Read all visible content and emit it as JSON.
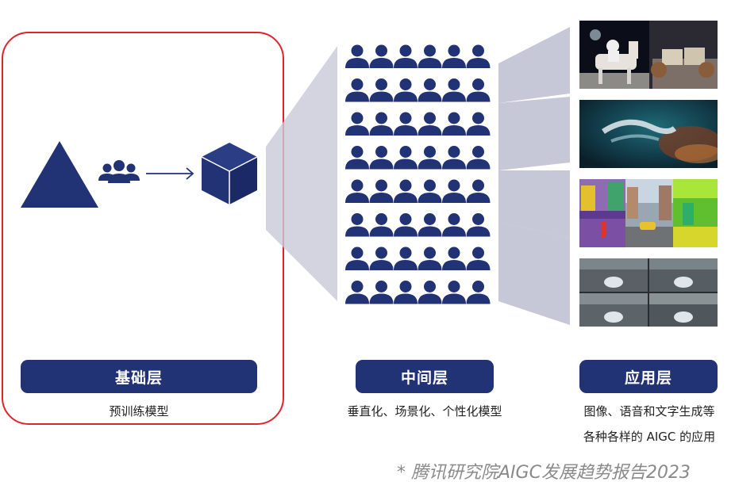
{
  "foundation": {
    "title": "基础层",
    "caption": "预训练模型"
  },
  "middle": {
    "title": "中间层",
    "caption": "垂直化、场景化、个性化模型"
  },
  "application": {
    "title": "应用层",
    "caption_line1": "图像、语音和文字生成等",
    "caption_line2": "各种各样的 AIGC 的应用"
  },
  "source": "* 腾讯研究院AIGC发展趋势报告2023",
  "colors": {
    "navy": "#213275",
    "frame_red": "#e0242a",
    "funnel": "#c8c9d8",
    "caption_gray": "#8a8a8a"
  },
  "icons": [
    "triangle-icon",
    "people-group-icon",
    "arrow-right-icon",
    "cube-icon",
    "person-icon"
  ],
  "people_grid": {
    "rows": 8,
    "cols": 6
  },
  "images": [
    "astronaut-horse-and-bears-image",
    "floating-woman-painting-image",
    "street-scene-segmentation-image",
    "car-camera-views-image"
  ]
}
